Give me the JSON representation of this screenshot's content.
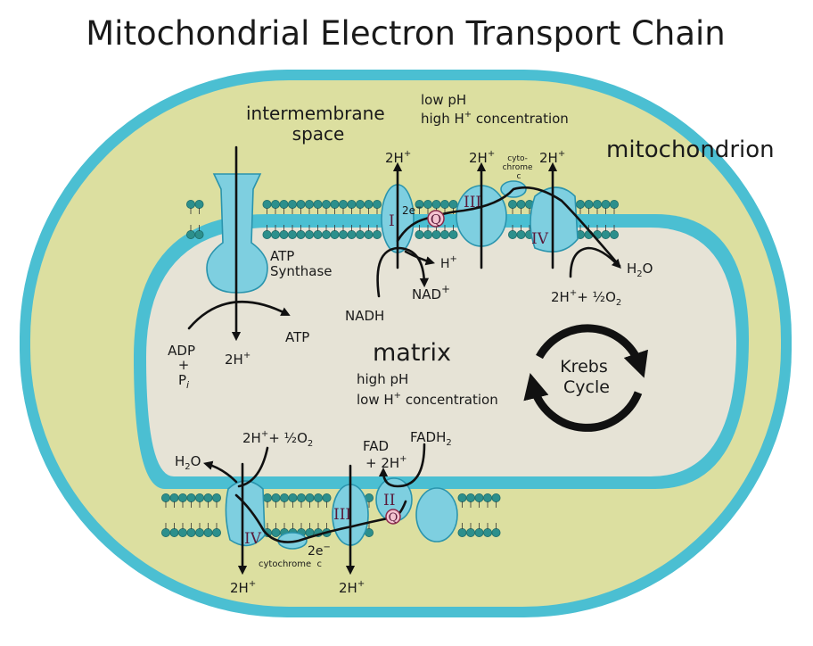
{
  "title": "Mitochondrial Electron Transport Chain",
  "labels": {
    "intermembrane_line1": "intermembrane",
    "intermembrane_line2": "space",
    "mitochondrion": "mitochondrion",
    "matrix": "matrix",
    "low_ph": "low pH",
    "low_ph_conc_prefix": "high H",
    "low_ph_conc_sup": "+",
    "low_ph_conc_suffix": " concentration",
    "high_ph": "high pH",
    "high_ph_conc_prefix": "low H",
    "high_ph_conc_sup": "+",
    "high_ph_conc_suffix": " concentration",
    "atp_synthase_line1": "ATP",
    "atp_synthase_line2": "Synthase",
    "atp": "ATP",
    "adp": "ADP",
    "plus": "+",
    "pi_p": "P",
    "pi_i": "i",
    "nadh": "NADH",
    "nad": "NAD",
    "nad_sup": "+",
    "h_plus": "H",
    "h_plus_sup": "+",
    "two_h": "2H",
    "two_h_sup": "+",
    "two_e": "2e",
    "two_e_sup": "−",
    "water_h": "H",
    "water_2": "2",
    "water_o": "O",
    "half_o2_prefix": "+ ½O",
    "half_o2_sub": "2",
    "cyto_line1": "cyto-",
    "cyto_line2": "chrome",
    "cyto_line3": "c",
    "cytochrome_c": "cytochrome  c",
    "fad": "FAD",
    "fad_plus": "+ 2H",
    "fadh": "FADH",
    "fadh_sub": "2",
    "krebs_line1": "Krebs",
    "krebs_line2": "Cycle",
    "complex_1": "I",
    "complex_2": "II",
    "complex_3": "III",
    "complex_4": "IV",
    "q": "Q"
  },
  "colors": {
    "outer_membrane": "#4bbfd2",
    "intermembrane": "#dcdfa0",
    "matrix": "#e6e3d6",
    "protein": "#7ecfe0",
    "lipid_head": "#2c8f8c",
    "quinone": "#f4c3d0",
    "complex_label": "#5a1a3a"
  }
}
